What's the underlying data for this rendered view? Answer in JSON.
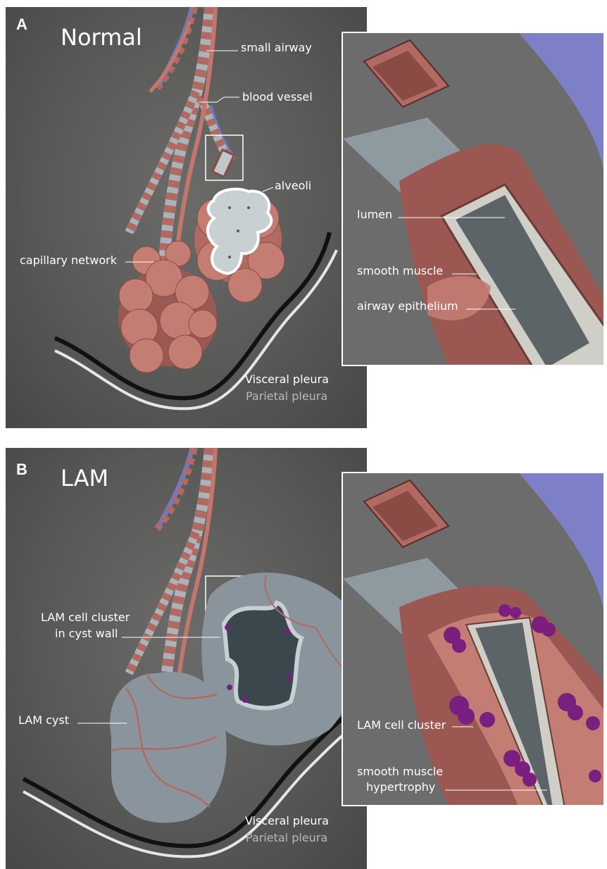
{
  "panel_a": {
    "letter": "A",
    "title": "Normal",
    "labels": {
      "small_airway": "small airway",
      "blood_vessel": "blood vessel",
      "alveoli": "alveoli",
      "capillary_network": "capillary network",
      "visceral_pleura": "Visceral pleura",
      "parietal_pleura": "Parietal pleura"
    },
    "inset_labels": {
      "lumen": "lumen",
      "smooth_muscle": "smooth muscle",
      "airway_epithelium": "airway epithelium"
    }
  },
  "panel_b": {
    "letter": "B",
    "title": "LAM",
    "labels": {
      "cell_cluster_line1": "LAM cell cluster",
      "cell_cluster_line2": "in cyst wall",
      "lam_cyst": "LAM cyst",
      "visceral_pleura": "Visceral pleura",
      "parietal_pleura": "Parietal pleura"
    },
    "inset_labels": {
      "lam_cell_cluster": "LAM cell cluster",
      "hypertrophy_line1": "smooth muscle",
      "hypertrophy_line2": "hypertrophy"
    }
  },
  "colors": {
    "background": "#575755",
    "airway_tissue": "#b06a62",
    "vessel_blue": "#7a82c8",
    "lam_cells": "#7a1f7f",
    "cyst_gray": "#8a949c",
    "label_line": "#ffffff"
  }
}
